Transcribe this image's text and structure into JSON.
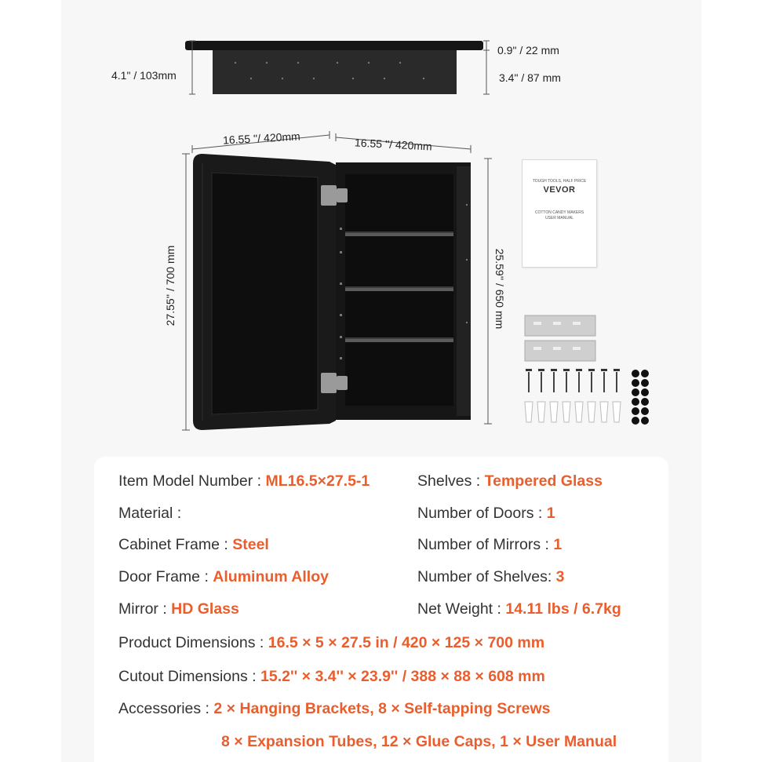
{
  "colors": {
    "accent": "#ea5d2c",
    "label": "#333333",
    "cabinet": "#1c1c1c"
  },
  "dimensions": {
    "top_total_depth": "4.1\" / 103mm",
    "top_frame_depth": "0.9\" / 22 mm",
    "top_box_depth": "3.4\" / 87 mm",
    "door_width": "16.55 ''/ 420mm",
    "cabinet_width": "16.55 ''/ 420mm",
    "door_height": "27.55'' / 700 mm",
    "cabinet_height": "25.59'' / 650 mm"
  },
  "manual": {
    "brand": "VEVOR",
    "tagline": "TOUGH TOOLS, HALF PRICE",
    "line1": "COTTON CANDY MAKERS",
    "line2": "USER MANUAL"
  },
  "specs": {
    "model": {
      "label": "Item Model Number : ",
      "value": "ML16.5×27.5-1"
    },
    "shelves": {
      "label": "Shelves : ",
      "value": "Tempered Glass"
    },
    "material": {
      "label": "Material :"
    },
    "doors": {
      "label": "Number of Doors : ",
      "value": "1"
    },
    "cabinet_frame": {
      "label": "Cabinet Frame : ",
      "value": "Steel"
    },
    "mirrors": {
      "label": "Number of Mirrors : ",
      "value": "1"
    },
    "door_frame": {
      "label": "Door Frame : ",
      "value": "Aluminum Alloy"
    },
    "shelf_count": {
      "label": "Number of Shelves: ",
      "value": "3"
    },
    "mirror": {
      "label": "Mirror : ",
      "value": "HD Glass"
    },
    "net_weight": {
      "label": "Net Weight : ",
      "value": "14.11 lbs / 6.7kg"
    },
    "product_dims": {
      "label": "Product Dimensions : ",
      "value": "16.5 × 5 × 27.5 in / 420 × 125 × 700 mm"
    },
    "cutout_dims": {
      "label": "Cutout Dimensions : ",
      "value": "15.2'' × 3.4'' × 23.9'' / 388 × 88 × 608 mm"
    },
    "accessories": {
      "label": "Accessories : ",
      "line1": "2 × Hanging Brackets,  8 × Self-tapping Screws",
      "line2": "8 × Expansion Tubes,  12 × Glue Caps,  1 × User Manual"
    }
  }
}
